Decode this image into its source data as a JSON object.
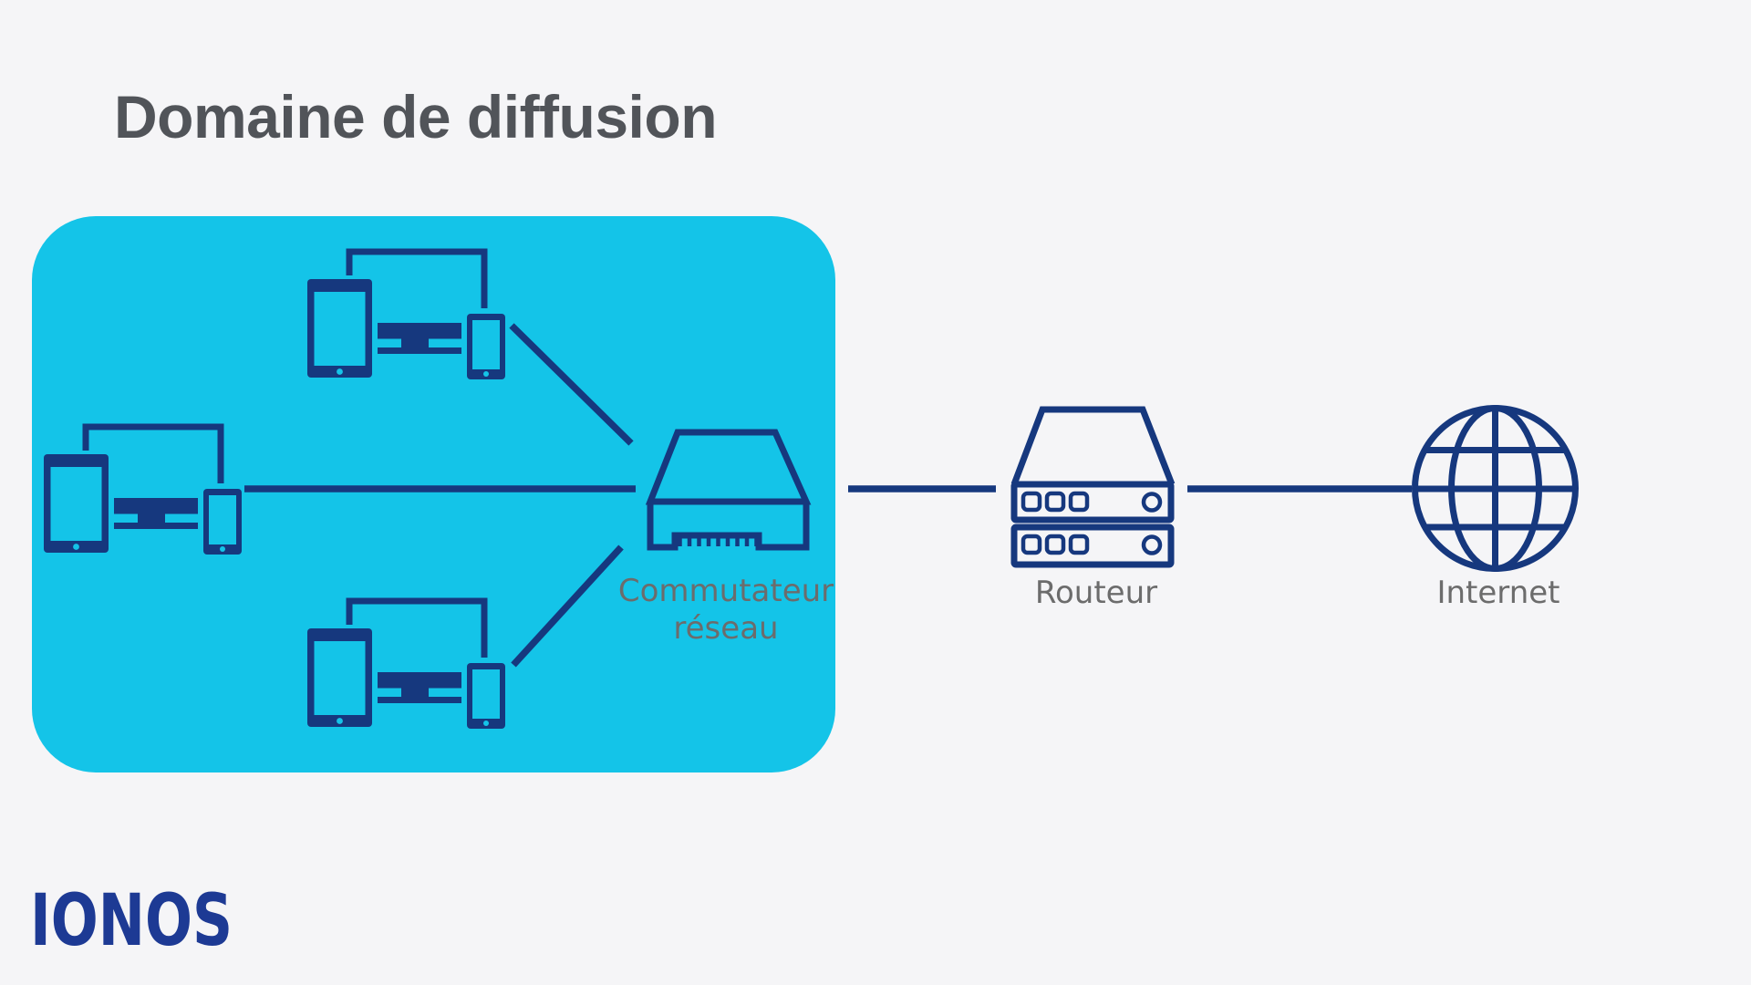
{
  "page": {
    "title": "Domaine de diffusion"
  },
  "colors": {
    "bg": "#f5f5f7",
    "domain_fill": "#14c4e8",
    "icon_navy": "#16387e",
    "label_gray": "#6c6c6c",
    "title_gray": "#515459",
    "logo_blue": "#1d3a94"
  },
  "domain_box": {
    "device_cluster_count": 3,
    "cluster_icon": "tablet-monitor-phone-group-icon"
  },
  "nodes": {
    "switch": {
      "icon": "network-switch-icon",
      "label_line1": "Commutateur",
      "label_line2": "réseau"
    },
    "router": {
      "icon": "router-icon",
      "label": "Routeur"
    },
    "internet": {
      "icon": "internet-globe-icon",
      "label": "Internet"
    }
  },
  "footer": {
    "logo_text": "IONOS"
  }
}
